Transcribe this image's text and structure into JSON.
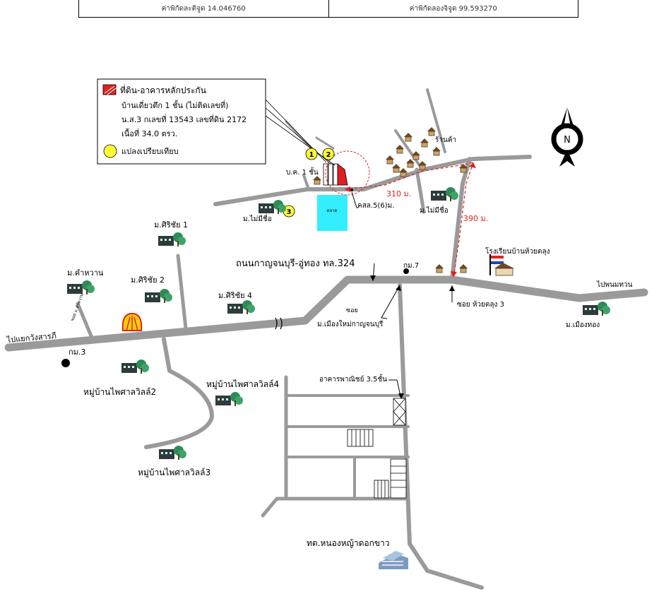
{
  "coords": {
    "lat": "ค่าพิกัดละติจูด 14.046760",
    "lon": "ค่าพิกัดลองจิจูด 99.593270"
  },
  "legend": {
    "title": "ที่ดิน-อาคารหลักประกัน",
    "line1": "บ้านเดี่ยวตึก 1 ชั้น (ไม่ติดเลขที่)",
    "line2": "น.ส.3 กเลขที่ 13543 เลขที่ดิน 2172",
    "line3": "เนื้อที่ 34.0 ตรว.",
    "compare": "แปลงเปรียบเทียบ"
  },
  "markers": {
    "m1": "1",
    "m2": "2",
    "m3": "3"
  },
  "labels": {
    "house1": "บ.ค. 1 ชั้น",
    "shop": "ร้านค้า",
    "market": "ตลาด",
    "ksl": "คสล.5(6)ม.",
    "dist310": "310 ม.",
    "dist390": "390 ม.",
    "nameless1": "ม.ไม่มีชื่อ",
    "nameless2": "ม.ไม่มีชื่อ",
    "siri1": "ม.ศิริชัย 1",
    "siri2": "ม.ศิริชัย 2",
    "siri4": "ม.ศิริชัย 4",
    "khamwan": "ม.คำหวาน",
    "soi_khamwan": "ซอย ม.คำหวาน",
    "main_road": "ถนนกาญจนบุรี-อู่ทอง ทล.324",
    "km7": "กม.7",
    "km3": "กม.3",
    "school": "โรงเรียนบ้านห้วยตลุง",
    "to_phanom": "ไปพนมทวน",
    "mueangthong": "ม.เมืองทอง",
    "soi_huai": "ซอย ห้วยตลุง 3",
    "soi_new_a": "ซอย",
    "soi_new_b": "ม.เมืองใหม่กาญจนบุรี",
    "to_wang": "ไปแยกวังสารภี",
    "phaisan2": "หมู่บ้านไพศาลวิลล์2",
    "phaisan4": "หมู่บ้านไพศาลวิลล์4",
    "phaisan3": "หมู่บ้านไพศาลวิลล์3",
    "shophouse": "อาคารพาณิชย์ 3.5ชั้น",
    "municipality": "ทต.หนองหญ้าดอกขาว",
    "compass_n": "N"
  },
  "colors": {
    "road": "#9a9a9a",
    "collateral": "#e02020",
    "route": "#e02020",
    "marker": "#ffff33",
    "pond": "#33eeff",
    "building": "#333333",
    "tree": "#2e8b57"
  }
}
